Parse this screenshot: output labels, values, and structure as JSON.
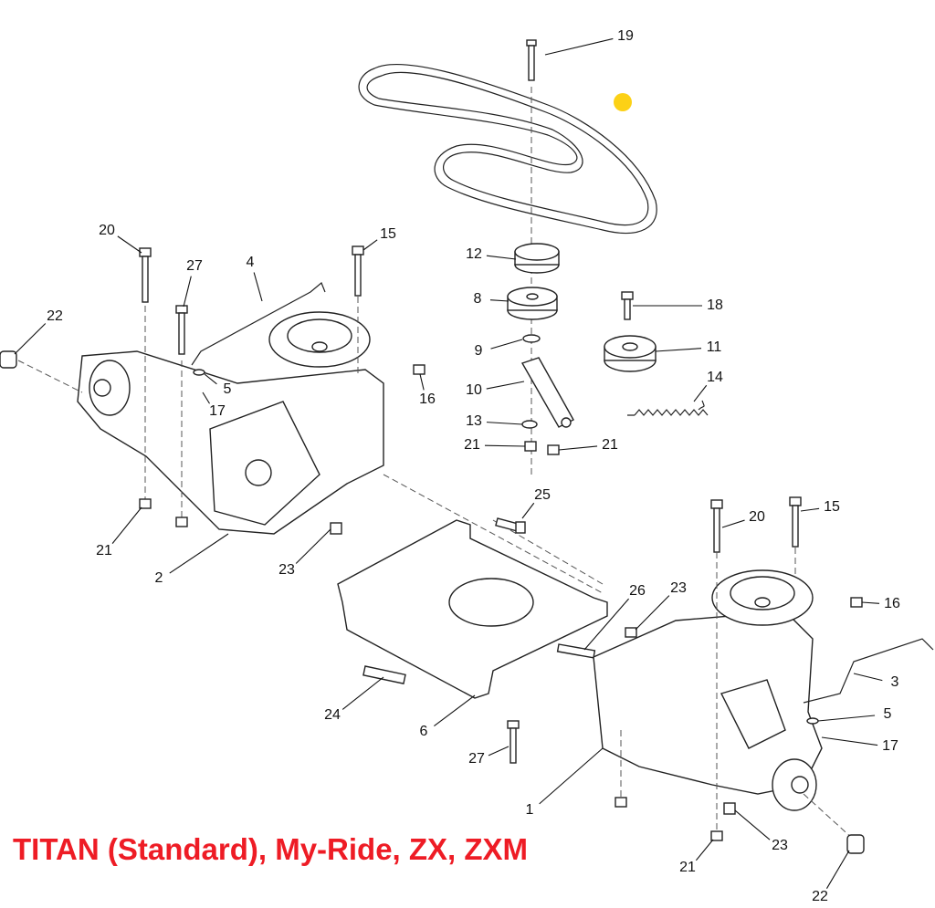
{
  "title": "TITAN (Standard), My-Ride, ZX, ZXM",
  "colors": {
    "title": "#ee1c25",
    "marker": "#fcd116"
  },
  "callouts": [
    "19",
    "12",
    "8",
    "18",
    "9",
    "11",
    "10",
    "14",
    "13",
    "21",
    "21",
    "20",
    "15",
    "27",
    "4",
    "22",
    "5",
    "17",
    "16",
    "21",
    "2",
    "23",
    "25",
    "20",
    "15",
    "23",
    "26",
    "16",
    "3",
    "5",
    "17",
    "24",
    "6",
    "27",
    "1",
    "23",
    "21",
    "22"
  ]
}
